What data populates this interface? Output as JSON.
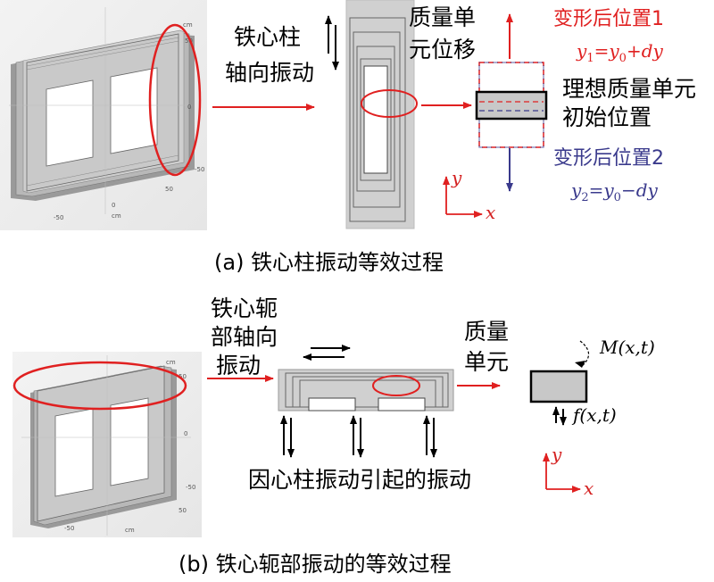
{
  "panel_a": {
    "label_pillar_vibration": [
      "铁心柱",
      "轴向振动"
    ],
    "label_mass_displacement": [
      "质量单",
      "元位移"
    ],
    "label_pos1": "变形后位置1",
    "eq1": {
      "y": "y",
      "sub1": "1",
      "eq": "=",
      "y0": "y",
      "sub0": "0",
      "op": "+",
      "d": "dy"
    },
    "label_ideal": [
      "理想质量单元",
      "初始位置"
    ],
    "label_pos2": "变形后位置2",
    "eq2": {
      "y": "y",
      "sub2": "2",
      "eq": "=",
      "y0": "y",
      "sub0": "0",
      "op": "−",
      "d": "dy"
    },
    "axis_y": "y",
    "axis_x": "x",
    "caption": "(a) 铁心柱振动等效过程",
    "ticks": [
      "50",
      "0",
      "-50",
      "cm",
      "50",
      "0",
      "-50",
      "cm"
    ]
  },
  "panel_b": {
    "label_yoke_vibration": [
      "铁心轭",
      "部轴向",
      "振动"
    ],
    "label_mass_unit": [
      "质量",
      "单元"
    ],
    "moment": "M(x,t)",
    "force": "f(x,t)",
    "label_caused": "因心柱振动引起的振动",
    "axis_y": "y",
    "axis_x": "x",
    "caption": "(b) 铁心轭部振动的等效过程",
    "ticks": [
      "50",
      "0",
      "-50",
      "cm",
      "50",
      "-50",
      "cm"
    ]
  },
  "colors": {
    "red": "#e02020",
    "blue": "#3a3a8c",
    "gray": "#c8c8c8",
    "dark_gray": "#8c8c8c"
  }
}
